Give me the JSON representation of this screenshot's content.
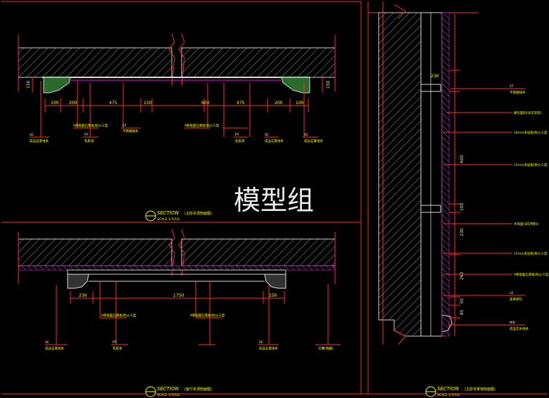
{
  "watermark": "模型组",
  "colors": {
    "background": "#000000",
    "frame": "#ff0000",
    "hatch": "#c8c8c8",
    "dims": "#ff0000",
    "text": "#ffff00",
    "leader": "#00ffff",
    "outline": "#ffffff",
    "accent": "#ff00ff"
  },
  "section_top": {
    "title": "SECTION",
    "subtitle": "(主卧吊顶剖面图)",
    "scale": "SCALE 1:5(A3)",
    "dim_labels": [
      "100",
      "200",
      "475",
      "150",
      "600",
      "475",
      "200",
      "100"
    ],
    "left_height": "150",
    "right_height": "150",
    "callouts": [
      {
        "label": "成品石膏线条",
        "tag": "SC"
      },
      {
        "label": "9厚纸面石膏板/防火三度",
        "tag": ""
      },
      {
        "label": "乳胶漆",
        "tag": "PT"
      },
      {
        "label": "不锈钢线条",
        "tag": "ST"
      },
      {
        "label": "成品石膏线条",
        "tag": "SC"
      },
      {
        "label": "9厚纸面石膏板/防火三度",
        "tag": ""
      },
      {
        "label": "乳胶漆",
        "tag": "PT"
      },
      {
        "label": "成品石膏线条",
        "tag": "SC"
      }
    ]
  },
  "section_bottom": {
    "title": "SECTION",
    "subtitle": "(客厅吊顶剖面图)",
    "scale": "SCALE 1:5(A3)",
    "dim_labels": [
      "230",
      "1750",
      "150"
    ],
    "callouts": [
      {
        "label": "成品石膏线条",
        "tag": "SC"
      },
      {
        "label": "9厚纸面石膏板/防火三度",
        "tag": ""
      },
      {
        "label": "乳胶漆",
        "tag": "PT"
      },
      {
        "label": "9厚纸面石膏板/防火三度",
        "tag": ""
      },
      {
        "label": "成品石膏线条",
        "tag": "SC"
      },
      {
        "label": "灯槽(暗藏)",
        "tag": ""
      }
    ]
  },
  "section_right": {
    "title": "SECTION",
    "subtitle": "(主卧背景墙剖面图)",
    "scale": "SCALE 1:5(A3)",
    "dim_labels": [
      "230",
      "600",
      "100",
      "230",
      "260",
      "50",
      "85"
    ],
    "callouts": [
      {
        "label": "不锈钢线条",
        "tag": "ST"
      },
      {
        "label": "硬包面料(详见软装)",
        "tag": ""
      },
      {
        "label": "18mm多层板/防火三度",
        "tag": ""
      },
      {
        "label": "12mm多层板/防火三度",
        "tag": ""
      },
      {
        "label": "木饰面(详见物料)",
        "tag": ""
      },
      {
        "label": "12mm多层板/防火三度",
        "tag": ""
      },
      {
        "label": "9厚纸面石膏板/防火三度",
        "tag": ""
      },
      {
        "label": "皮革硬包",
        "tag": "LE"
      },
      {
        "label": "成品实木线条",
        "tag": "WD"
      }
    ]
  }
}
